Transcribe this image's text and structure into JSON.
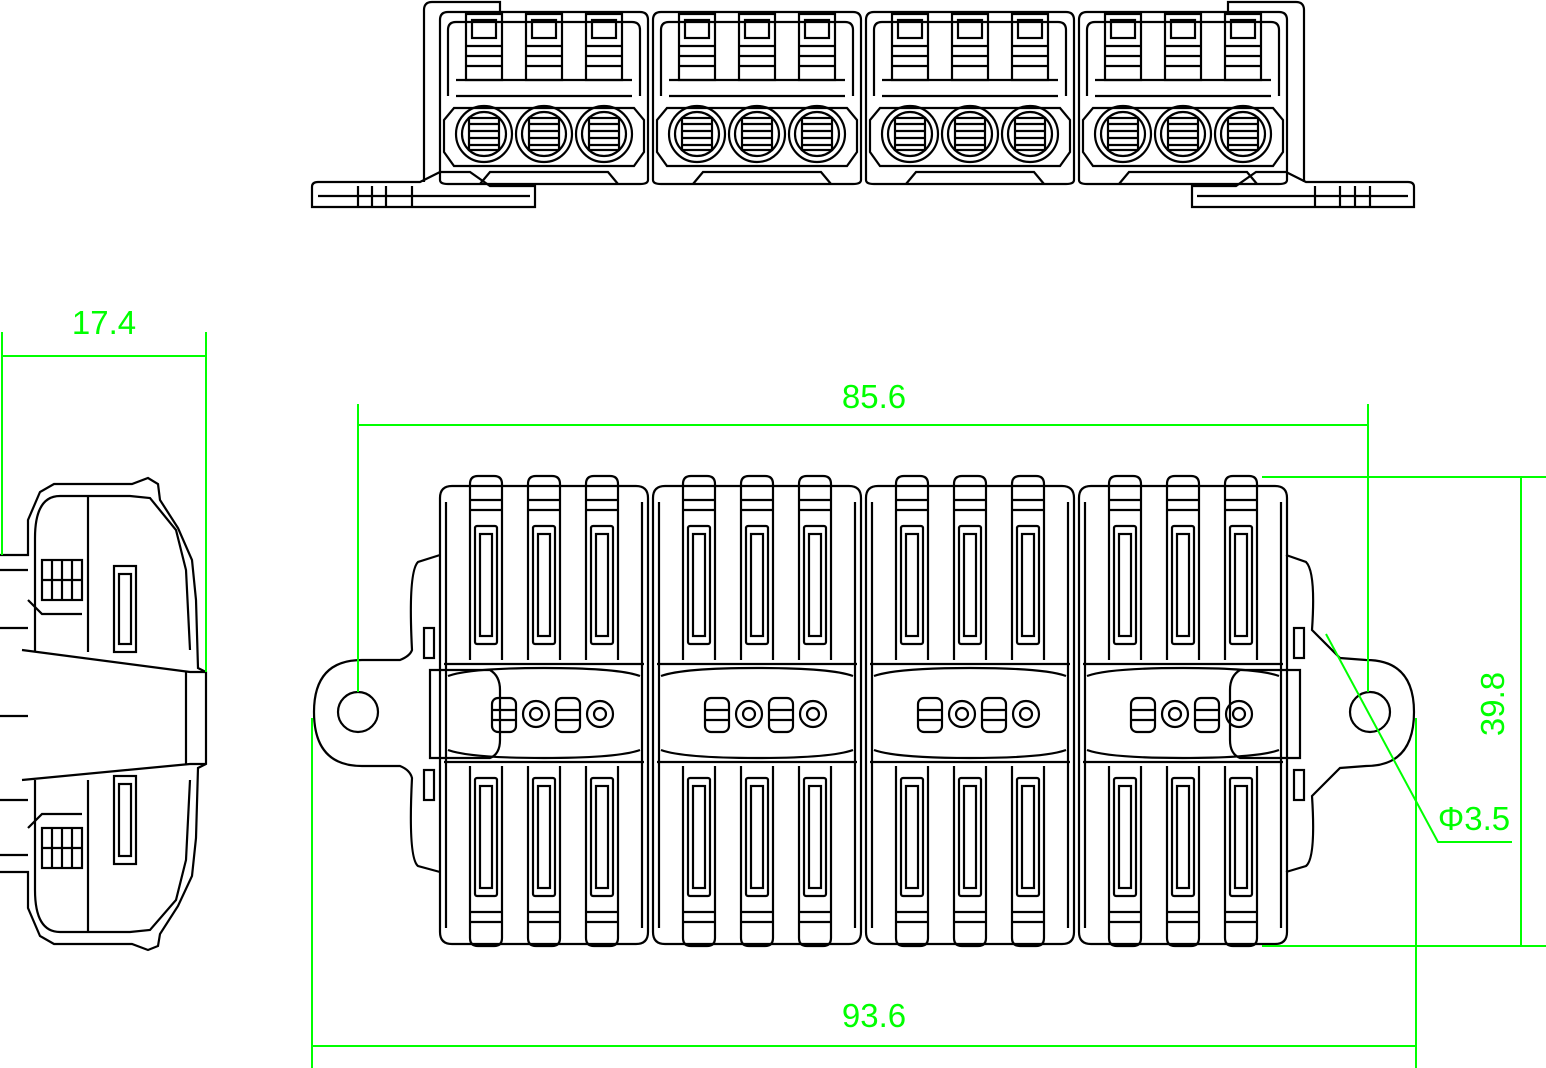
{
  "colors": {
    "background": "#ffffff",
    "outline": "#000000",
    "dimension": "#00ff00"
  },
  "views": {
    "front_view": {
      "module_count": 4,
      "ports_per_module": 3
    },
    "side_view": {},
    "top_view": {
      "module_count": 4,
      "levers_per_row": 3,
      "rows": 2
    }
  },
  "dimensions": {
    "side_height": "17.4",
    "hole_pitch": "85.6",
    "overall_length": "93.6",
    "body_width": "39.8",
    "hole_diameter": "Φ3.5"
  }
}
